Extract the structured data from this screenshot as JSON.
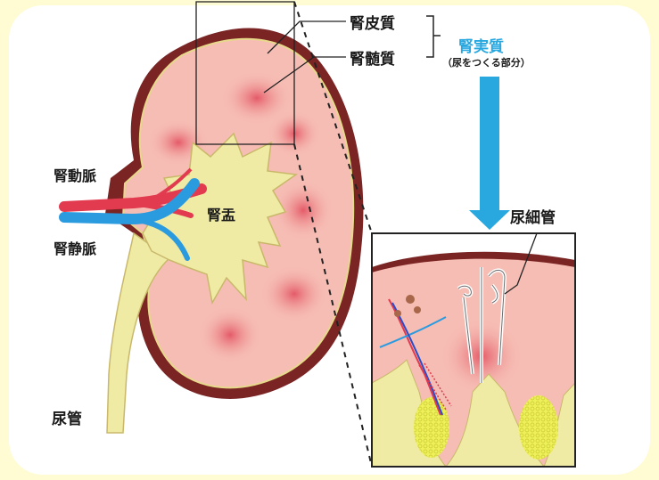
{
  "labels": {
    "renal_cortex": "腎皮質",
    "renal_medulla": "腎髄質",
    "renal_parenchyma": "腎実質",
    "parenchyma_note": "（尿をつくる部分）",
    "renal_artery": "腎動脈",
    "renal_vein": "腎静脈",
    "renal_pelvis": "腎盂",
    "ureter": "尿管",
    "renal_tubule": "尿細管"
  },
  "colors": {
    "background": "#fffbd2",
    "capsule": "#7a2424",
    "cortex": "#f6bdb4",
    "medulla": "#e9737b",
    "pelvis": "#efeba4",
    "artery": "#e23a4e",
    "vein": "#2b9be0",
    "accent_blue": "#29a8e0"
  }
}
